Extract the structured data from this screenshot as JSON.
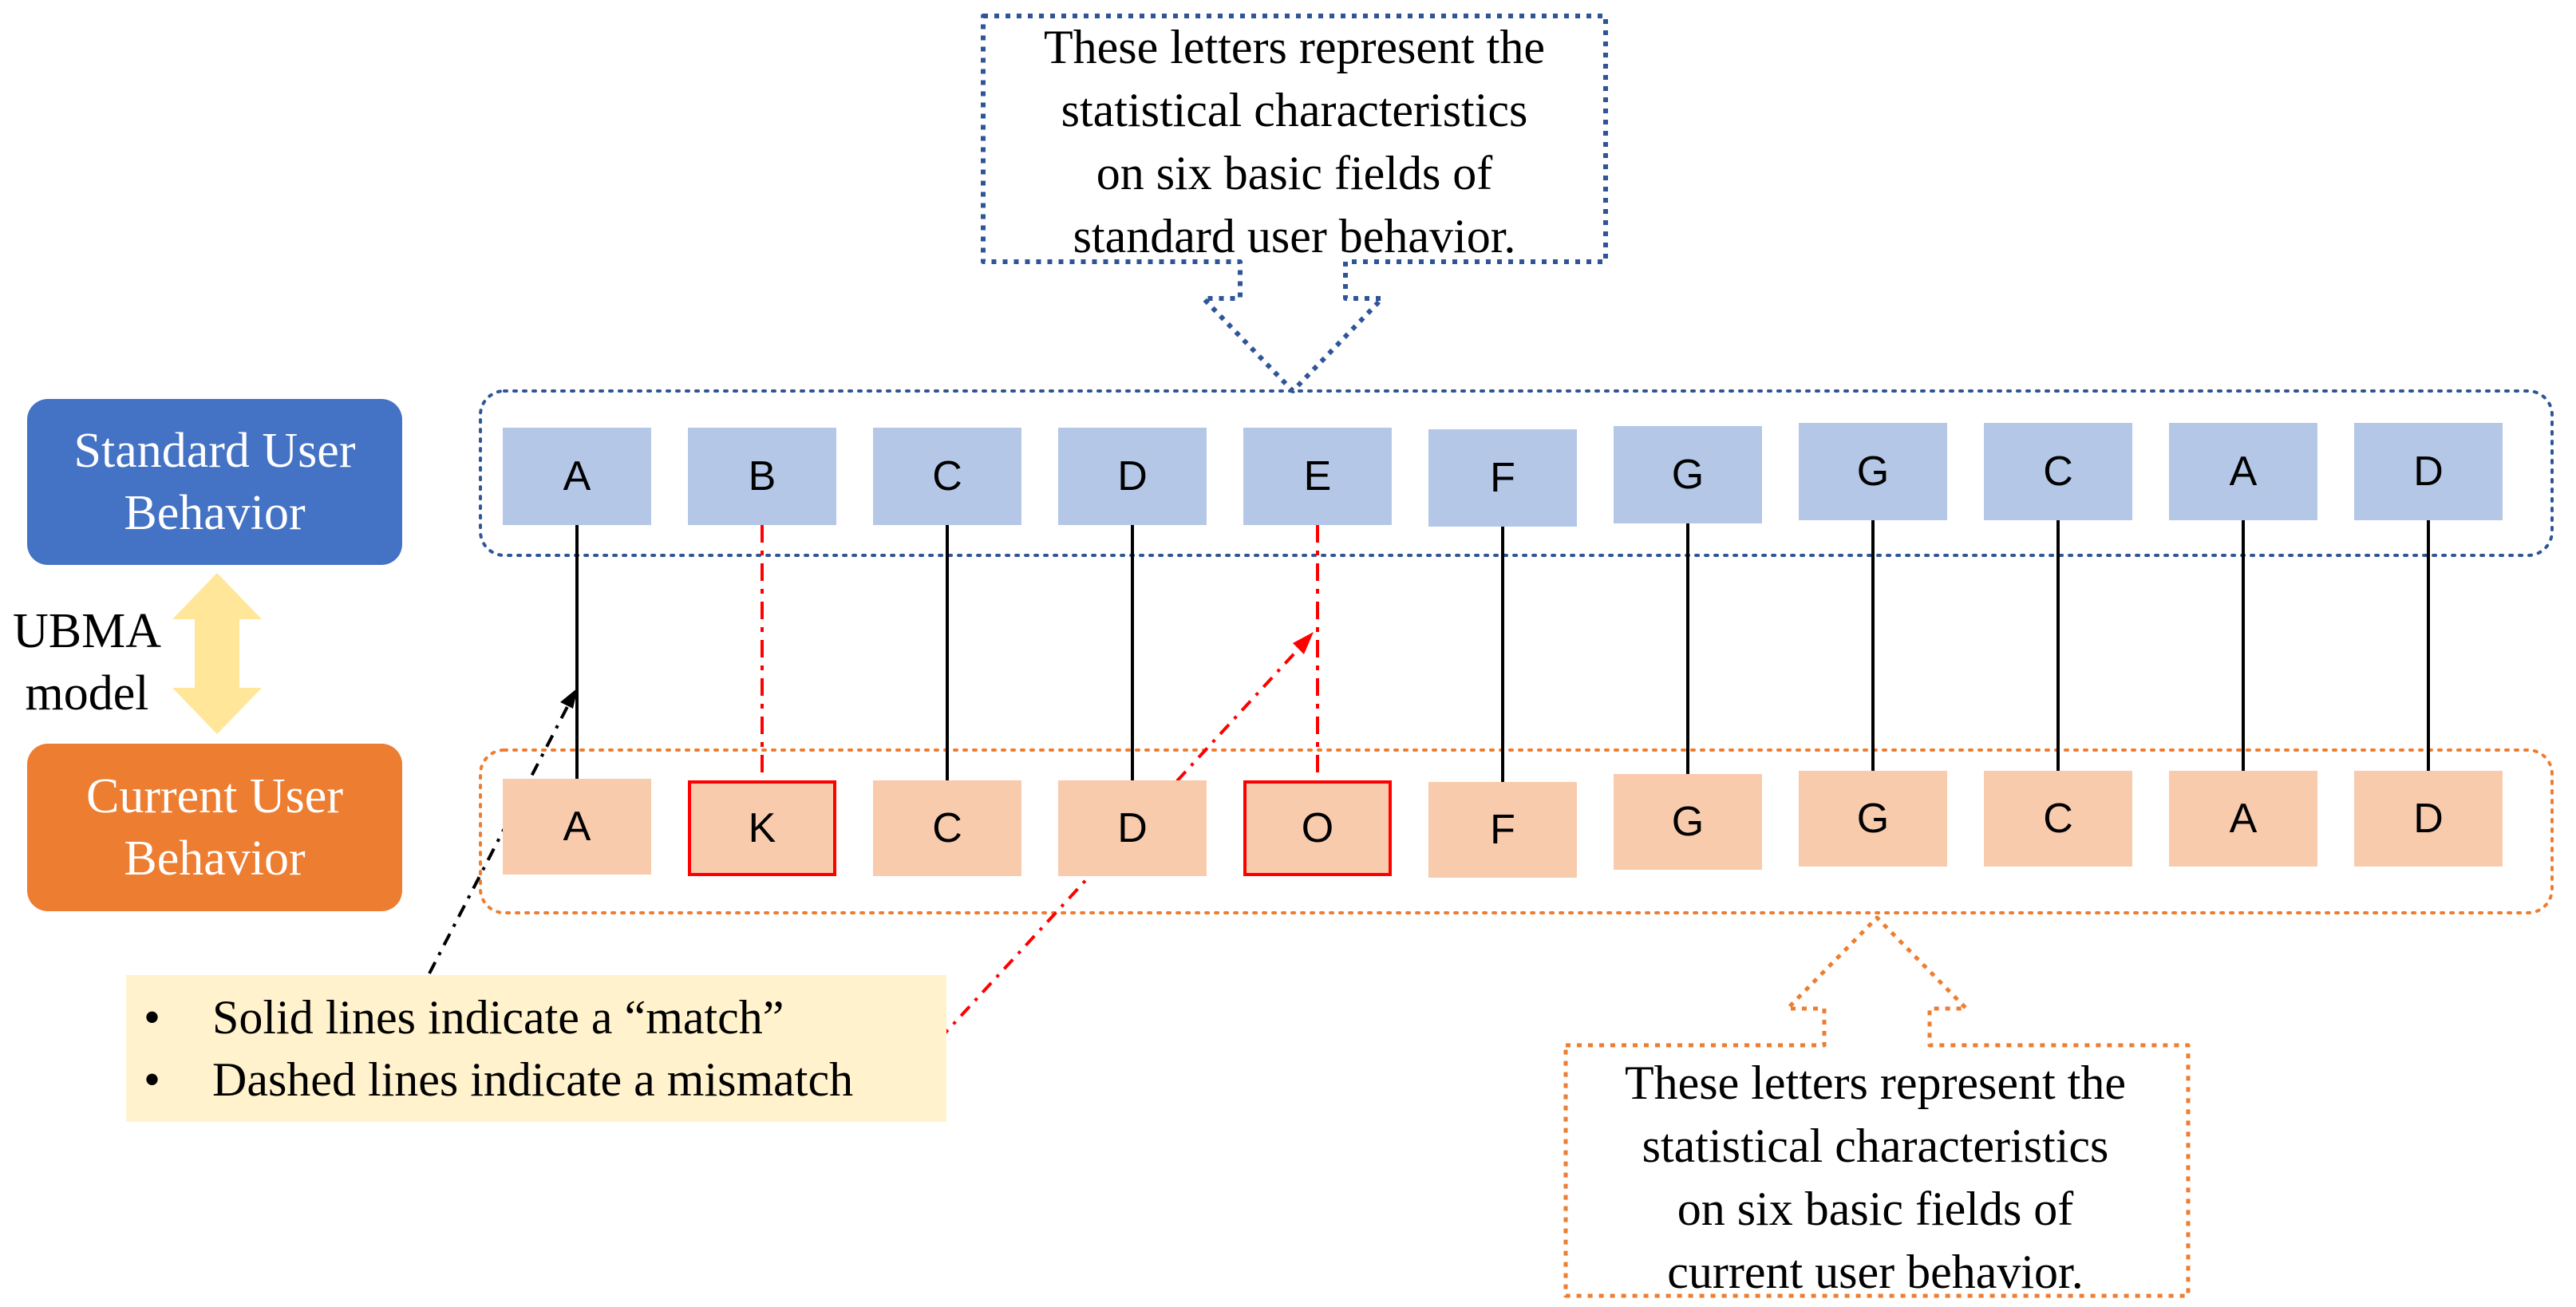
{
  "side_labels": {
    "standard": [
      "Standard User",
      "Behavior"
    ],
    "current": [
      "Current User",
      "Behavior"
    ],
    "model": [
      "UBMA",
      "model"
    ]
  },
  "standard_row": [
    "A",
    "B",
    "C",
    "D",
    "E",
    "F",
    "G",
    "G",
    "C",
    "A",
    "D"
  ],
  "current_row": [
    "A",
    "K",
    "C",
    "D",
    "O",
    "F",
    "G",
    "G",
    "C",
    "A",
    "D"
  ],
  "matches": [
    true,
    false,
    true,
    true,
    false,
    true,
    true,
    true,
    true,
    true,
    true
  ],
  "notes": {
    "top": [
      "These letters represent the",
      "statistical characteristics",
      "on six basic fields of",
      "standard user behavior."
    ],
    "bottom": [
      "These letters represent the",
      "statistical characteristics",
      "on six basic fields of",
      "current user behavior."
    ]
  },
  "legend": {
    "bullet": "•",
    "items": [
      "Solid lines indicate a “match”",
      "Dashed lines indicate a mismatch"
    ]
  },
  "colors": {
    "standard_fill": "#4472c4",
    "current_fill": "#ed7d31",
    "standard_cell": "#b4c7e7",
    "current_cell": "#f8cbad",
    "mismatch": "#ff0000",
    "arrow": "#ffe699",
    "legend_bg": "#fff2cc"
  }
}
